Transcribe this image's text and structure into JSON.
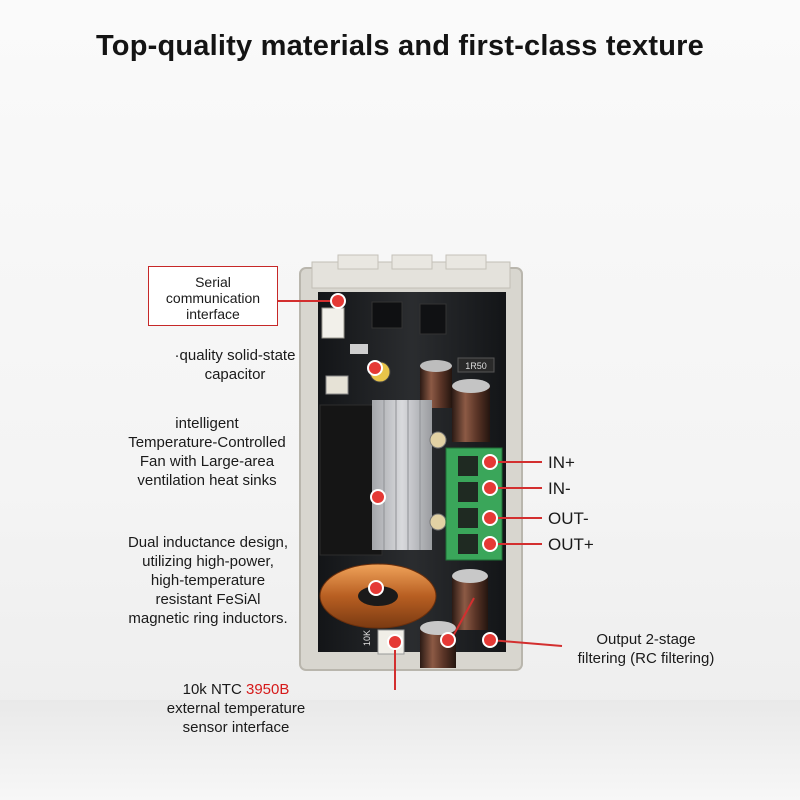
{
  "title": "Top-quality materials and first-class texture",
  "callouts": {
    "serial": [
      "Serial",
      "communication",
      "interface"
    ],
    "capacitor": [
      "·quality solid-state",
      "capacitor"
    ],
    "fan": [
      "intelligent",
      "Temperature-Controlled",
      "Fan with Large-area",
      "ventilation heat sinks"
    ],
    "inductance": [
      "Dual inductance design,",
      "utilizing high-power,",
      "high-temperature",
      "resistant FeSiAl",
      "magnetic ring inductors."
    ],
    "ntc": {
      "prefix": "10k NTC ",
      "highlight": "3950B",
      "lines": [
        "external temperature",
        "sensor interface"
      ]
    },
    "output_filter": [
      "Output 2-stage",
      "filtering (RC filtering)"
    ]
  },
  "terminals": [
    "IN+",
    "IN-",
    "OUT-",
    "OUT+"
  ],
  "board_markings": {
    "resistor": "1R50",
    "connector": "10K"
  },
  "colors": {
    "accent": "#d61a1a",
    "terminal_block": "#3aa65a"
  }
}
